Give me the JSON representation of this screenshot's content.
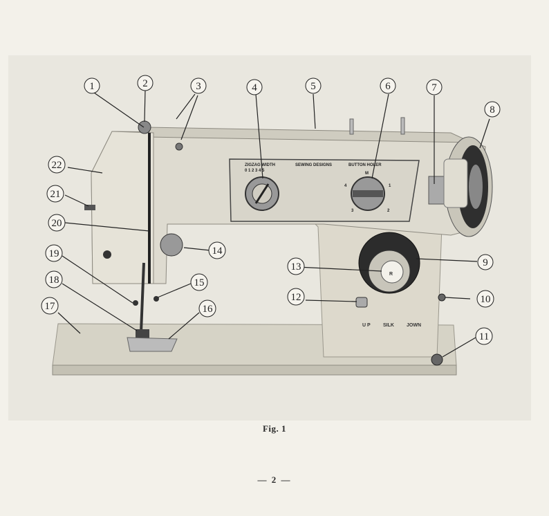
{
  "figure": {
    "callouts": [
      {
        "number": "1"
      },
      {
        "number": "2"
      },
      {
        "number": "3"
      },
      {
        "number": "4"
      },
      {
        "number": "5"
      },
      {
        "number": "6"
      },
      {
        "number": "7"
      },
      {
        "number": "8"
      },
      {
        "number": "9"
      },
      {
        "number": "10"
      },
      {
        "number": "11"
      },
      {
        "number": "12"
      },
      {
        "number": "13"
      },
      {
        "number": "14"
      },
      {
        "number": "15"
      },
      {
        "number": "16"
      },
      {
        "number": "17"
      },
      {
        "number": "18"
      },
      {
        "number": "19"
      },
      {
        "number": "20"
      },
      {
        "number": "21"
      },
      {
        "number": "22"
      }
    ],
    "panel": {
      "zigzag_label": "ZIGZAG WIDTH",
      "zigzag_scale": "0 1 2 3 4 5",
      "designs_label": "SEWING DESIGNS",
      "buttonhole_label": "BUTTON HOLER",
      "dial_m": "M",
      "dial_1": "1",
      "dial_2": "2",
      "dial_3": "3",
      "dial_4": "4"
    },
    "knob_label": "R",
    "lever_labels": {
      "up": "U P",
      "silk": "SILK",
      "down": "JOWN"
    }
  },
  "caption": "Fig. 1",
  "page_number": "— 2 —"
}
